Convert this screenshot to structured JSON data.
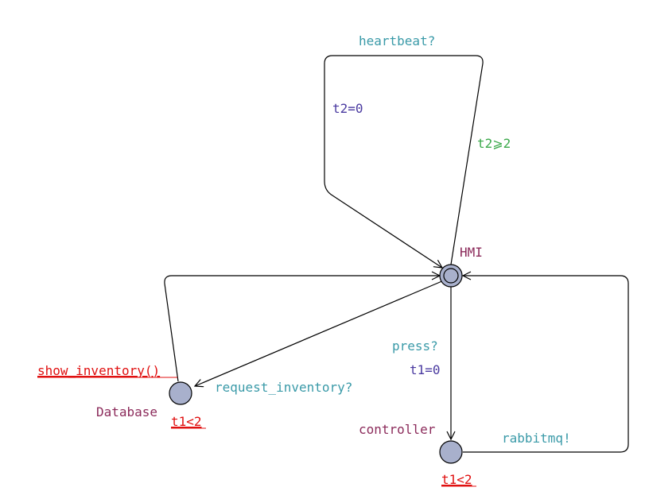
{
  "colors": {
    "location_name": "#8b2a5a",
    "synchronisation": "#3a9aa8",
    "assignment": "#4a3aa0",
    "guard": "#3aa84a",
    "invariant": "#e01010",
    "location_fill": "#a8b0cc",
    "edge": "#000000"
  },
  "locations": {
    "hmi": {
      "name": "HMI",
      "initial": true
    },
    "database": {
      "name": "Database",
      "invariant": "t1<2"
    },
    "controller": {
      "name": "controller",
      "invariant": "t1<2"
    }
  },
  "edges": {
    "heartbeat_loop": {
      "sync": "heartbeat?",
      "assignment": "t2=0",
      "guard": "t2⩾2"
    },
    "hmi_to_database": {
      "sync": "request_inventory?"
    },
    "database_to_hmi": {
      "sync": "show_inventory()"
    },
    "hmi_to_controller": {
      "sync": "press?",
      "assignment": "t1=0"
    },
    "controller_to_hmi": {
      "sync": "rabbitmq!"
    }
  }
}
